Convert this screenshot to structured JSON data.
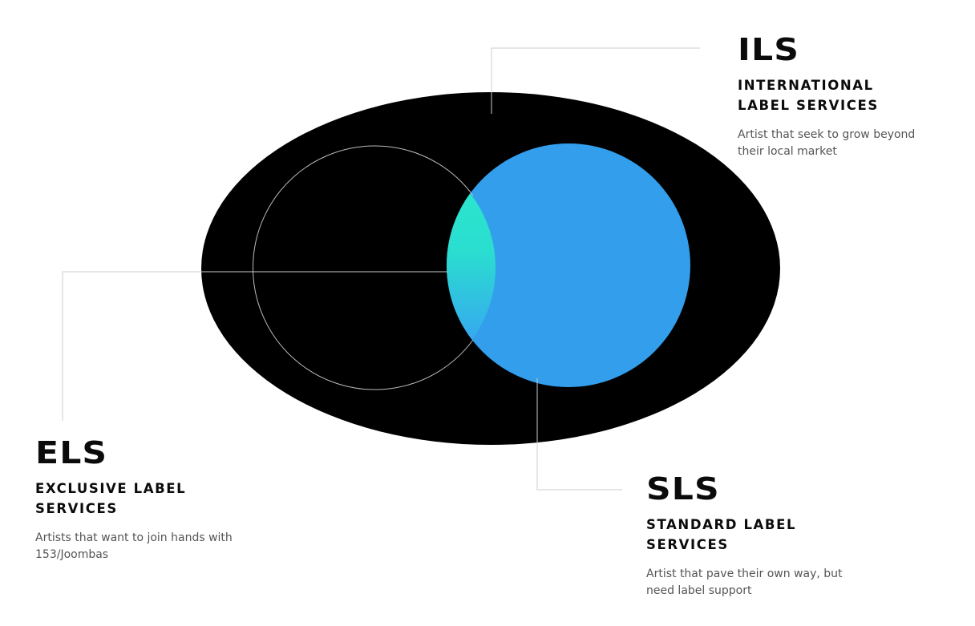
{
  "colors": {
    "ellipse": "#000000",
    "blue_circle": "#339EEB",
    "overlap_top": "#2CEBCB",
    "overlap_bottom": "#3C8CFF",
    "outline_circle": "#BBBBBB",
    "leader_line": "#CCCCCC"
  },
  "groups": {
    "ils": {
      "acronym": "ILS",
      "fullname_line1": "INTERNATIONAL",
      "fullname_line2": "LABEL SERVICES",
      "description_line1": "Artist that seek to grow beyond",
      "description_line2": "their local market"
    },
    "els": {
      "acronym": "ELS",
      "fullname_line1": "EXCLUSIVE LABEL",
      "fullname_line2": "SERVICES",
      "description_line1": "Artists that want to join hands with",
      "description_line2": "153/Joombas"
    },
    "sls": {
      "acronym": "SLS",
      "fullname_line1": "STANDARD LABEL",
      "fullname_line2": "SERVICES",
      "description_line1": "Artist that pave their own way, but",
      "description_line2": "need label support"
    }
  }
}
